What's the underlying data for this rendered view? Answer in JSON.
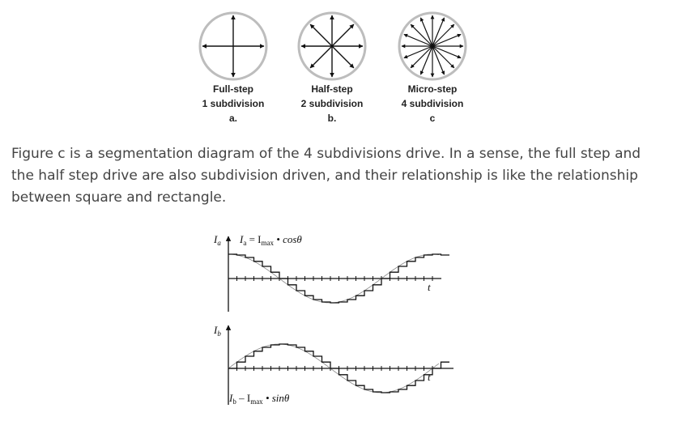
{
  "step_diagrams": [
    {
      "mode": "Full-step",
      "subdivision": "1 subdivision",
      "label": "a."
    },
    {
      "mode": "Half-step",
      "subdivision": "2 subdivision",
      "label": "b."
    },
    {
      "mode": "Micro-step",
      "subdivision": "4 subdivision",
      "label": "c"
    }
  ],
  "paragraph": "Figure c is a segmentation diagram of the 4 subdivisions drive. In a sense, the full step and the half step drive are also subdivision driven, and their relationship is like the relationship between square and rectangle.",
  "waveform_a": {
    "y_label": "I",
    "y_sub": "a",
    "formula_lhs": "I",
    "formula_lhs_sub": "a",
    "formula_mid": " = I",
    "formula_mid_sub": "max",
    "formula_rhs": " • cosθ",
    "t_label": "t"
  },
  "waveform_b": {
    "y_label": "I",
    "y_sub": "b",
    "formula_lhs": "I",
    "formula_lhs_sub": "b",
    "formula_mid": " – I",
    "formula_mid_sub": "max",
    "formula_rhs": " • sinθ",
    "t_label": "t"
  }
}
